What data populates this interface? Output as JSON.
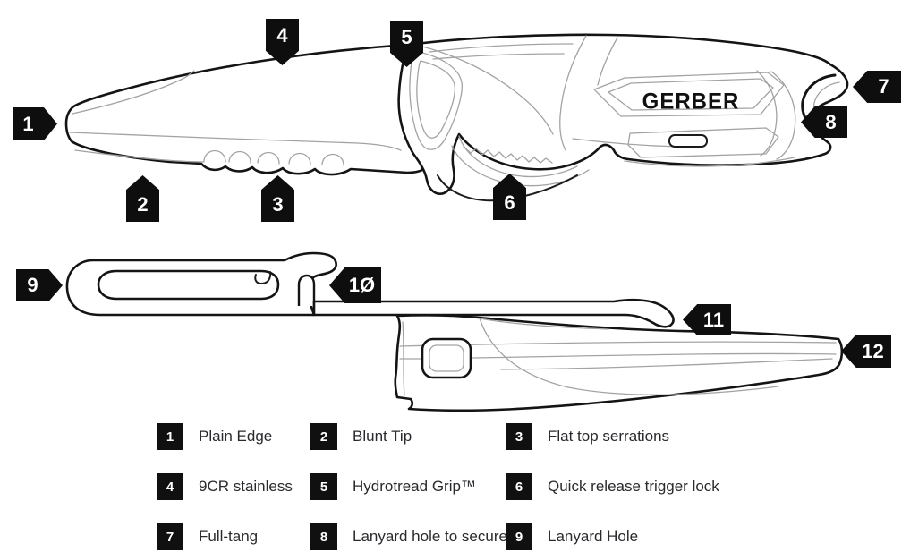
{
  "brand": {
    "logo_text": "GERBER"
  },
  "callouts": {
    "c1": "1",
    "c2": "2",
    "c3": "3",
    "c4": "4",
    "c5": "5",
    "c6": "6",
    "c7": "7",
    "c8": "8",
    "c9": "9",
    "c10": "1Ø",
    "c11": "11",
    "c12": "12"
  },
  "legend": {
    "items": [
      {
        "num": "1",
        "label": "Plain Edge"
      },
      {
        "num": "2",
        "label": "Blunt Tip"
      },
      {
        "num": "3",
        "label": "Flat top serrations"
      },
      {
        "num": "4",
        "label": "9CR stainless"
      },
      {
        "num": "5",
        "label": "Hydrotread Grip™"
      },
      {
        "num": "6",
        "label": "Quick release trigger lock"
      },
      {
        "num": "7",
        "label": "Full-tang"
      },
      {
        "num": "8",
        "label": "Lanyard hole to secure"
      },
      {
        "num": "9",
        "label": "Lanyard Hole"
      }
    ]
  },
  "colors": {
    "ink": "#141414",
    "detail_gray": "#a3a3a3",
    "callout_bg": "#0e0e0e",
    "label_text": "#2a2a2e",
    "background": "#ffffff"
  }
}
